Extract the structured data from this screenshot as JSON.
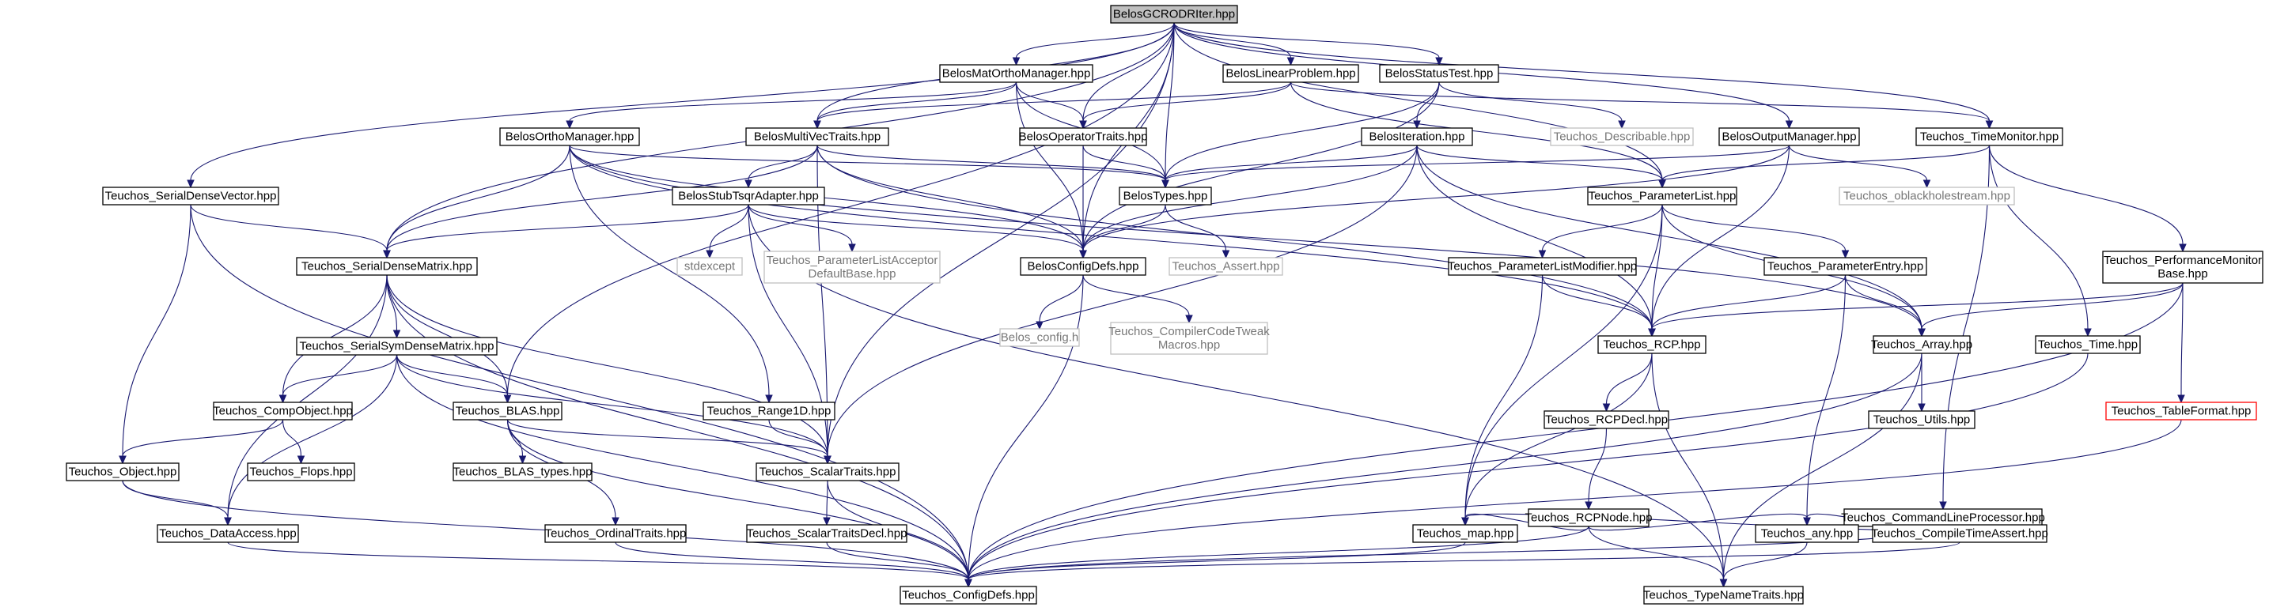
{
  "colors": {
    "edge": "#191970",
    "border_default": "#000000",
    "border_undocumented": "#bfbfbf",
    "border_truncated": "#ff0000",
    "fill_root": "#bfbfbf",
    "fill_default": "#ffffff",
    "text_default": "#000000",
    "text_undocumented": "#777777"
  },
  "nodes": [
    {
      "id": "root",
      "lines": [
        "BelosGCRODRIter.hpp"
      ],
      "style": "root"
    },
    {
      "id": "matortho",
      "lines": [
        "BelosMatOrthoManager.hpp"
      ],
      "style": "normal"
    },
    {
      "id": "linprob",
      "lines": [
        "BelosLinearProblem.hpp"
      ],
      "style": "normal"
    },
    {
      "id": "stattest",
      "lines": [
        "BelosStatusTest.hpp"
      ],
      "style": "normal"
    },
    {
      "id": "orthomgr",
      "lines": [
        "BelosOrthoManager.hpp"
      ],
      "style": "normal"
    },
    {
      "id": "mvtraits",
      "lines": [
        "BelosMultiVecTraits.hpp"
      ],
      "style": "normal"
    },
    {
      "id": "optraits",
      "lines": [
        "BelosOperatorTraits.hpp"
      ],
      "style": "normal"
    },
    {
      "id": "describable",
      "lines": [
        "Teuchos_Describable.hpp"
      ],
      "style": "undoc"
    },
    {
      "id": "iteration",
      "lines": [
        "BelosIteration.hpp"
      ],
      "style": "normal"
    },
    {
      "id": "outmgr",
      "lines": [
        "BelosOutputManager.hpp"
      ],
      "style": "normal"
    },
    {
      "id": "timemon",
      "lines": [
        "Teuchos_TimeMonitor.hpp"
      ],
      "style": "normal"
    },
    {
      "id": "sdvec",
      "lines": [
        "Teuchos_SerialDenseVector.hpp"
      ],
      "style": "normal"
    },
    {
      "id": "stubtsqr",
      "lines": [
        "BelosStubTsqrAdapter.hpp"
      ],
      "style": "normal"
    },
    {
      "id": "belostypes",
      "lines": [
        "BelosTypes.hpp"
      ],
      "style": "normal"
    },
    {
      "id": "plist",
      "lines": [
        "Teuchos_ParameterList.hpp"
      ],
      "style": "normal"
    },
    {
      "id": "oblack",
      "lines": [
        "Teuchos_oblackholestream.hpp"
      ],
      "style": "undoc"
    },
    {
      "id": "sdmat",
      "lines": [
        "Teuchos_SerialDenseMatrix.hpp"
      ],
      "style": "normal"
    },
    {
      "id": "stdexcept",
      "lines": [
        "stdexcept"
      ],
      "style": "undoc"
    },
    {
      "id": "placcept",
      "lines": [
        "Teuchos_ParameterListAcceptor",
        "DefaultBase.hpp"
      ],
      "style": "undoc"
    },
    {
      "id": "configdefs",
      "lines": [
        "BelosConfigDefs.hpp"
      ],
      "style": "normal"
    },
    {
      "id": "assert",
      "lines": [
        "Teuchos_Assert.hpp"
      ],
      "style": "undoc"
    },
    {
      "id": "plmod",
      "lines": [
        "Teuchos_ParameterListModifier.hpp"
      ],
      "style": "normal"
    },
    {
      "id": "pentry",
      "lines": [
        "Teuchos_ParameterEntry.hpp"
      ],
      "style": "normal"
    },
    {
      "id": "perfmon",
      "lines": [
        "Teuchos_PerformanceMonitor",
        "Base.hpp"
      ],
      "style": "normal"
    },
    {
      "id": "belosconfig",
      "lines": [
        "Belos_config.h"
      ],
      "style": "undoc"
    },
    {
      "id": "cctweak",
      "lines": [
        "Teuchos_CompilerCodeTweak",
        "Macros.hpp"
      ],
      "style": "undoc"
    },
    {
      "id": "symmat",
      "lines": [
        "Teuchos_SerialSymDenseMatrix.hpp"
      ],
      "style": "normal"
    },
    {
      "id": "rcp",
      "lines": [
        "Teuchos_RCP.hpp"
      ],
      "style": "normal"
    },
    {
      "id": "array",
      "lines": [
        "Teuchos_Array.hpp"
      ],
      "style": "normal"
    },
    {
      "id": "ttime",
      "lines": [
        "Teuchos_Time.hpp"
      ],
      "style": "normal"
    },
    {
      "id": "compobj",
      "lines": [
        "Teuchos_CompObject.hpp"
      ],
      "style": "normal"
    },
    {
      "id": "blas",
      "lines": [
        "Teuchos_BLAS.hpp"
      ],
      "style": "normal"
    },
    {
      "id": "range1d",
      "lines": [
        "Teuchos_Range1D.hpp"
      ],
      "style": "normal"
    },
    {
      "id": "rcpdecl",
      "lines": [
        "Teuchos_RCPDecl.hpp"
      ],
      "style": "normal"
    },
    {
      "id": "utils",
      "lines": [
        "Teuchos_Utils.hpp"
      ],
      "style": "normal"
    },
    {
      "id": "tableformat",
      "lines": [
        "Teuchos_TableFormat.hpp"
      ],
      "style": "truncated"
    },
    {
      "id": "tobject",
      "lines": [
        "Teuchos_Object.hpp"
      ],
      "style": "normal"
    },
    {
      "id": "flops",
      "lines": [
        "Teuchos_Flops.hpp"
      ],
      "style": "normal"
    },
    {
      "id": "blastypes",
      "lines": [
        "Teuchos_BLAS_types.hpp"
      ],
      "style": "normal"
    },
    {
      "id": "scalartraits",
      "lines": [
        "Teuchos_ScalarTraits.hpp"
      ],
      "style": "normal"
    },
    {
      "id": "rcpnode",
      "lines": [
        "Teuchos_RCPNode.hpp"
      ],
      "style": "normal"
    },
    {
      "id": "cmdline",
      "lines": [
        "Teuchos_CommandLineProcessor.hpp"
      ],
      "style": "normal"
    },
    {
      "id": "dataaccess",
      "lines": [
        "Teuchos_DataAccess.hpp"
      ],
      "style": "normal"
    },
    {
      "id": "ordtraits",
      "lines": [
        "Teuchos_OrdinalTraits.hpp"
      ],
      "style": "normal"
    },
    {
      "id": "stdecl",
      "lines": [
        "Teuchos_ScalarTraitsDecl.hpp"
      ],
      "style": "normal"
    },
    {
      "id": "tmap",
      "lines": [
        "Teuchos_map.hpp"
      ],
      "style": "normal"
    },
    {
      "id": "tany",
      "lines": [
        "Teuchos_any.hpp"
      ],
      "style": "normal"
    },
    {
      "id": "ctassert",
      "lines": [
        "Teuchos_CompileTimeAssert.hpp"
      ],
      "style": "normal"
    },
    {
      "id": "tconfigdefs",
      "lines": [
        "Teuchos_ConfigDefs.hpp"
      ],
      "style": "normal"
    },
    {
      "id": "typename",
      "lines": [
        "Teuchos_TypeNameTraits.hpp"
      ],
      "style": "normal"
    }
  ],
  "edges": [
    [
      "root",
      "matortho"
    ],
    [
      "root",
      "linprob"
    ],
    [
      "root",
      "stattest"
    ],
    [
      "root",
      "mvtraits"
    ],
    [
      "root",
      "optraits"
    ],
    [
      "root",
      "belostypes"
    ],
    [
      "root",
      "configdefs"
    ],
    [
      "root",
      "outmgr"
    ],
    [
      "root",
      "timemon"
    ],
    [
      "root",
      "sdvec"
    ],
    [
      "root",
      "sdmat"
    ],
    [
      "root",
      "plist"
    ],
    [
      "root",
      "blas"
    ],
    [
      "root",
      "scalartraits"
    ],
    [
      "matortho",
      "orthomgr"
    ],
    [
      "matortho",
      "mvtraits"
    ],
    [
      "matortho",
      "optraits"
    ],
    [
      "matortho",
      "belostypes"
    ],
    [
      "matortho",
      "configdefs"
    ],
    [
      "linprob",
      "mvtraits"
    ],
    [
      "linprob",
      "optraits"
    ],
    [
      "linprob",
      "timemon"
    ],
    [
      "linprob",
      "plist"
    ],
    [
      "stattest",
      "iteration"
    ],
    [
      "stattest",
      "describable"
    ],
    [
      "stattest",
      "belostypes"
    ],
    [
      "stattest",
      "configdefs"
    ],
    [
      "orthomgr",
      "belostypes"
    ],
    [
      "orthomgr",
      "configdefs"
    ],
    [
      "orthomgr",
      "sdmat"
    ],
    [
      "orthomgr",
      "rcp"
    ],
    [
      "orthomgr",
      "array"
    ],
    [
      "orthomgr",
      "range1d"
    ],
    [
      "mvtraits",
      "stubtsqr"
    ],
    [
      "mvtraits",
      "belostypes"
    ],
    [
      "mvtraits",
      "configdefs"
    ],
    [
      "mvtraits",
      "sdmat"
    ],
    [
      "mvtraits",
      "rcp"
    ],
    [
      "mvtraits",
      "scalartraits"
    ],
    [
      "optraits",
      "belostypes"
    ],
    [
      "optraits",
      "configdefs"
    ],
    [
      "iteration",
      "belostypes"
    ],
    [
      "iteration",
      "configdefs"
    ],
    [
      "iteration",
      "plist"
    ],
    [
      "iteration",
      "rcp"
    ],
    [
      "iteration",
      "array"
    ],
    [
      "iteration",
      "scalartraits"
    ],
    [
      "outmgr",
      "belostypes"
    ],
    [
      "outmgr",
      "configdefs"
    ],
    [
      "outmgr",
      "oblack"
    ],
    [
      "outmgr",
      "rcp"
    ],
    [
      "timemon",
      "plist"
    ],
    [
      "timemon",
      "perfmon"
    ],
    [
      "timemon",
      "ttime"
    ],
    [
      "timemon",
      "cmdline"
    ],
    [
      "sdvec",
      "sdmat"
    ],
    [
      "sdvec",
      "tobject"
    ],
    [
      "sdvec",
      "tconfigdefs"
    ],
    [
      "stubtsqr",
      "sdmat"
    ],
    [
      "stubtsqr",
      "stdexcept"
    ],
    [
      "stubtsqr",
      "placcept"
    ],
    [
      "stubtsqr",
      "configdefs"
    ],
    [
      "stubtsqr",
      "scalartraits"
    ],
    [
      "stubtsqr",
      "typename"
    ],
    [
      "belostypes",
      "configdefs"
    ],
    [
      "belostypes",
      "assert"
    ],
    [
      "plist",
      "plmod"
    ],
    [
      "plist",
      "pentry"
    ],
    [
      "plist",
      "rcp"
    ],
    [
      "plist",
      "array"
    ],
    [
      "plist",
      "tmap"
    ],
    [
      "sdmat",
      "symmat"
    ],
    [
      "sdmat",
      "compobj"
    ],
    [
      "sdmat",
      "blas"
    ],
    [
      "sdmat",
      "dataaccess"
    ],
    [
      "sdmat",
      "scalartraits"
    ],
    [
      "sdmat",
      "tconfigdefs"
    ],
    [
      "configdefs",
      "belosconfig"
    ],
    [
      "configdefs",
      "cctweak"
    ],
    [
      "configdefs",
      "tconfigdefs"
    ],
    [
      "plmod",
      "rcp"
    ],
    [
      "plmod",
      "tmap"
    ],
    [
      "pentry",
      "rcp"
    ],
    [
      "pentry",
      "array"
    ],
    [
      "pentry",
      "tany"
    ],
    [
      "perfmon",
      "rcp"
    ],
    [
      "perfmon",
      "array"
    ],
    [
      "perfmon",
      "tableformat"
    ],
    [
      "perfmon",
      "tconfigdefs"
    ],
    [
      "symmat",
      "compobj"
    ],
    [
      "symmat",
      "blas"
    ],
    [
      "symmat",
      "dataaccess"
    ],
    [
      "symmat",
      "scalartraits"
    ],
    [
      "symmat",
      "tconfigdefs"
    ],
    [
      "rcp",
      "rcpdecl"
    ],
    [
      "rcp",
      "tmap"
    ],
    [
      "rcp",
      "typename"
    ],
    [
      "array",
      "utils"
    ],
    [
      "array",
      "tconfigdefs"
    ],
    [
      "array",
      "typename"
    ],
    [
      "ttime",
      "tconfigdefs"
    ],
    [
      "compobj",
      "tobject"
    ],
    [
      "compobj",
      "flops"
    ],
    [
      "blas",
      "blastypes"
    ],
    [
      "blas",
      "scalartraits"
    ],
    [
      "blas",
      "ordtraits"
    ],
    [
      "blas",
      "tconfigdefs"
    ],
    [
      "range1d",
      "scalartraits"
    ],
    [
      "rcpdecl",
      "rcpnode"
    ],
    [
      "tableformat",
      "tconfigdefs"
    ],
    [
      "tobject",
      "dataaccess"
    ],
    [
      "tobject",
      "tconfigdefs"
    ],
    [
      "scalartraits",
      "stdecl"
    ],
    [
      "scalartraits",
      "tconfigdefs"
    ],
    [
      "rcpnode",
      "tmap"
    ],
    [
      "rcpnode",
      "tany"
    ],
    [
      "rcpnode",
      "typename"
    ],
    [
      "rcpnode",
      "tconfigdefs"
    ],
    [
      "cmdline",
      "tmap"
    ],
    [
      "cmdline",
      "tany"
    ],
    [
      "cmdline",
      "ctassert"
    ],
    [
      "cmdline",
      "tconfigdefs"
    ],
    [
      "dataaccess",
      "tconfigdefs"
    ],
    [
      "ordtraits",
      "tconfigdefs"
    ],
    [
      "stdecl",
      "tconfigdefs"
    ],
    [
      "tmap",
      "tconfigdefs"
    ],
    [
      "tany",
      "typename"
    ],
    [
      "ctassert",
      "tconfigdefs"
    ]
  ]
}
